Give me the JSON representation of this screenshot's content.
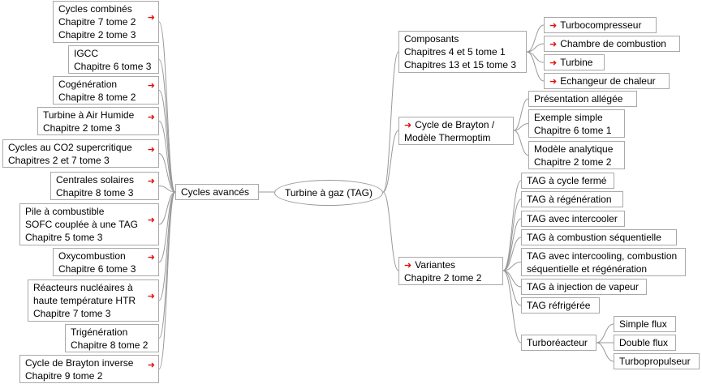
{
  "root": "Turbine à gaz (TAG)",
  "left_hub": "Cycles avancés",
  "left_items": [
    {
      "lines": [
        "Cycles combinés",
        "Chapitre 7 tome 2",
        "Chapitre 2 tome 3"
      ],
      "link": true
    },
    {
      "lines": [
        "IGCC",
        "Chapitre 6 tome 3"
      ],
      "link": false
    },
    {
      "lines": [
        "Cogénération",
        "Chapitre 8 tome 2"
      ],
      "link": true
    },
    {
      "lines": [
        "Turbine à Air Humide",
        "Chapitre 2 tome 3"
      ],
      "link": true
    },
    {
      "lines": [
        "Cycles au CO2 supercritique",
        "Chapitres 2 et 7 tome 3"
      ],
      "link": true
    },
    {
      "lines": [
        "Centrales solaires",
        "Chapitre 8 tome 3"
      ],
      "link": true
    },
    {
      "lines": [
        "Pile à combustible",
        "SOFC couplée à une TAG",
        "Chapitre 5 tome 3"
      ],
      "link": true
    },
    {
      "lines": [
        "Oxycombustion",
        "Chapitre 6 tome 3"
      ],
      "link": true
    },
    {
      "lines": [
        "Réacteurs nucléaires à",
        "haute température HTR",
        "Chapitre 7 tome 3"
      ],
      "link": true
    },
    {
      "lines": [
        "Trigénération",
        "Chapitre 8 tome 2"
      ],
      "link": false
    },
    {
      "lines": [
        "Cycle de Brayton inverse",
        "Chapitre 9 tome 2"
      ],
      "link": true
    }
  ],
  "composants": {
    "lines": [
      "Composants",
      "Chapitres 4 et 5 tome 1",
      "Chapitres 13 et 15 tome 3"
    ],
    "children": [
      "Turbocompresseur",
      "Chambre de combustion",
      "Turbine",
      "Echangeur de chaleur"
    ]
  },
  "brayton": {
    "lines": [
      "Cycle de Brayton /",
      "Modèle Thermoptim"
    ],
    "children": [
      [
        "Présentation allégée"
      ],
      [
        "Exemple simple",
        "Chapitre 6 tome 1"
      ],
      [
        "Modèle analytique",
        "Chapitre 2 tome 2"
      ]
    ]
  },
  "variantes": {
    "lines": [
      "Variantes",
      "Chapitre 2 tome 2"
    ],
    "children": [
      [
        "TAG à cycle fermé"
      ],
      [
        "TAG à régénération"
      ],
      [
        "TAG avec intercooler"
      ],
      [
        "TAG à combustion séquentielle"
      ],
      [
        "TAG avec intercooling, combustion",
        "séquentielle et  régénération"
      ],
      [
        "TAG à injection de vapeur"
      ],
      [
        "TAG réfrigérée"
      ]
    ],
    "turboreacteur": {
      "label": "Turboréacteur",
      "children": [
        "Simple flux",
        "Double flux",
        "Turbopropulseur"
      ]
    }
  },
  "colors": {
    "arrow": "#dd1111",
    "border": "#a9a9a9",
    "connector": "#999999"
  }
}
